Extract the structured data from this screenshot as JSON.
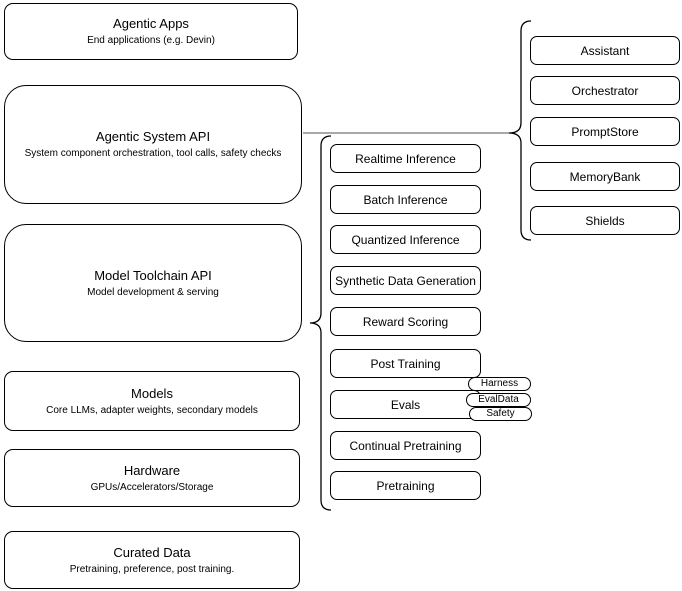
{
  "diagram": {
    "left_stack": [
      {
        "title": "Agentic Apps",
        "subtitle": "End applications (e.g. Devin)"
      },
      {
        "title": "Agentic System API",
        "subtitle": "System component orchestration, tool calls, safety checks"
      },
      {
        "title": "Model Toolchain API",
        "subtitle": "Model development & serving"
      },
      {
        "title": "Models",
        "subtitle": "Core LLMs, adapter weights, secondary models"
      },
      {
        "title": "Hardware",
        "subtitle": "GPUs/Accelerators/Storage"
      },
      {
        "title": "Curated Data",
        "subtitle": "Pretraining, preference, post training."
      }
    ],
    "toolchain_nodes": [
      "Realtime Inference",
      "Batch Inference",
      "Quantized Inference",
      "Synthetic Data Generation",
      "Reward Scoring",
      "Post Training",
      "Evals",
      "Continual Pretraining",
      "Pretraining"
    ],
    "eval_badges": [
      "Harness",
      "EvalData",
      "Safety"
    ],
    "system_nodes": [
      "Assistant",
      "Orchestrator",
      "PromptStore",
      "MemoryBank",
      "Shields"
    ],
    "colors": {
      "stroke": "#000000",
      "fill": "#ffffff",
      "connector": "#757575",
      "text": "#000000",
      "background": "#ffffff"
    }
  }
}
